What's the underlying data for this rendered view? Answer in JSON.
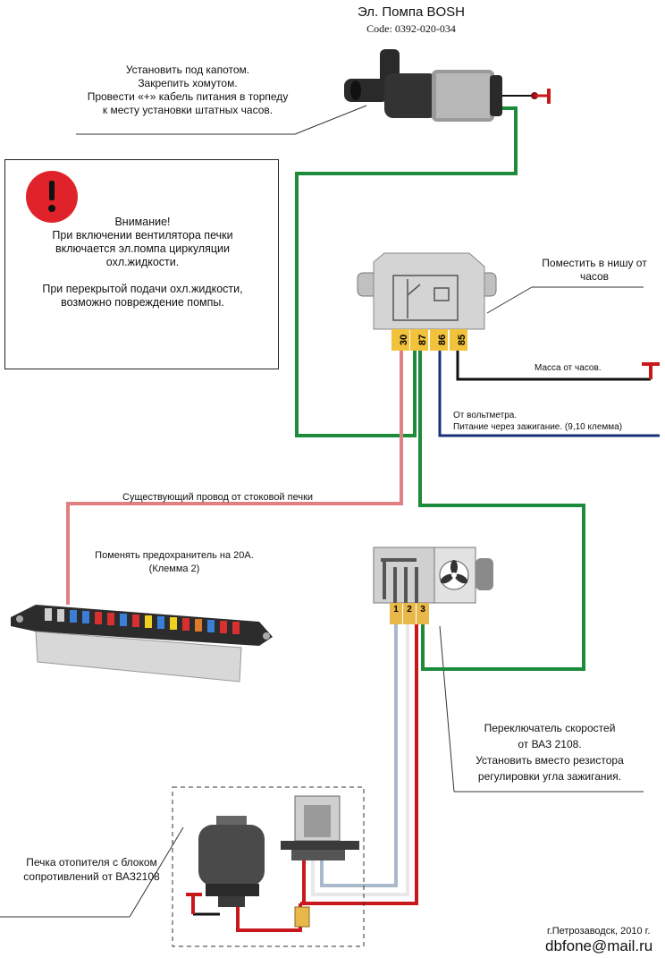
{
  "pump": {
    "title": "Эл. Помпа BOSH",
    "code": "Code: 0392-020-034",
    "note": [
      "Установить под капотом.",
      "Закрепить хомутом.",
      "Провести «+» кабель питания в торпеду",
      "к месту установки штатных часов."
    ]
  },
  "warning": {
    "heading": "Внимание!",
    "line1": "При включении вентилятора печки",
    "line2": "включается эл.помпа циркуляции",
    "line3": "охл.жидкости.",
    "line4": "При перекрытой подачи охл.жидкости,",
    "line5": "возможно повреждение  помпы."
  },
  "relay": {
    "note": [
      "Поместить в нишу от",
      "часов"
    ],
    "pins": [
      "30",
      "87",
      "86",
      "85"
    ],
    "ground": "Масса от часов.",
    "power": [
      "От вольтметра.",
      "Питание через  зажигание.  (9,10 клемма)"
    ]
  },
  "existing_wire": "Существующий провод от стоковой печки",
  "fuse": [
    "Поменять предохранитель на 20А.",
    "(Клемма 2)"
  ],
  "switch": {
    "pins": [
      "1",
      "2",
      "3"
    ],
    "note": [
      "Переключатель скоростей",
      "от ВАЗ 2108.",
      "Установить вместо резистора",
      "регулировки угла зажигания."
    ]
  },
  "heater": [
    "Печка отопителя с блоком",
    "сопротивлений от ВАЗ2108"
  ],
  "footer": {
    "city": "г.Петрозаводск, 2010 г.",
    "email": "dbfone@mail.ru"
  },
  "colors": {
    "green": "#1d8a3c",
    "pink": "#e08080",
    "navy": "#1a2f7a",
    "red": "#c8181c",
    "grey_blue": "#aab8cc",
    "black": "#111111"
  }
}
